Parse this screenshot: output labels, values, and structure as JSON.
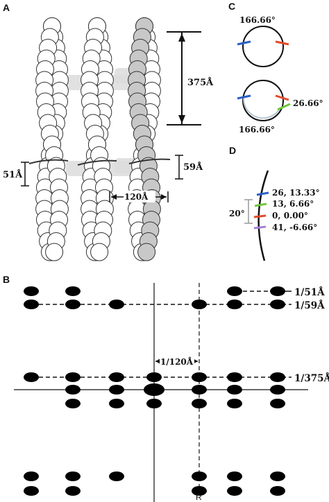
{
  "panels": {
    "a": {
      "label": "A",
      "crossover": "375Å",
      "helix_left": "51Å",
      "helix_right": "59Å",
      "spacing": "120Å"
    },
    "b": {
      "label": "B",
      "layer_lines": [
        "1/51Å",
        "1/59Å",
        "1/375Å"
      ],
      "row_spacing": "1/120Å",
      "r_label": "R"
    },
    "c": {
      "label": "C",
      "angle_top": "166.66°",
      "angle_bottom": "166.66°",
      "angle_side": "26.66°"
    },
    "d": {
      "label": "D",
      "range": "20°",
      "entries": [
        {
          "text": "26, 13.33°",
          "color": "#2a5fc8"
        },
        {
          "text": "13, 6.66°",
          "color": "#6fc83a"
        },
        {
          "text": "0, 0.00°",
          "color": "#e24a2a"
        },
        {
          "text": "41, -6.66°",
          "color": "#a57fd6"
        }
      ]
    }
  },
  "colors": {
    "blue": "#2a5fc8",
    "red": "#e24a2a",
    "green": "#6fc83a",
    "purple": "#a57fd6",
    "bead_shaded": "#c8c8c8"
  }
}
